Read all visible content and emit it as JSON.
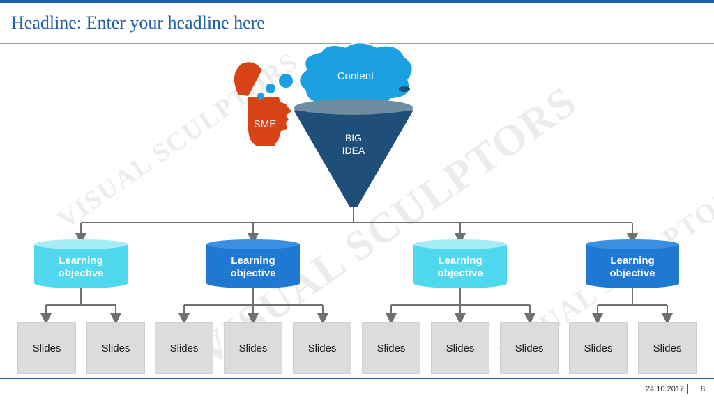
{
  "headline": "Headline: Enter your headline here",
  "diagram": {
    "content_label": "Content",
    "sme_label": "SME",
    "big_idea_line1": "BIG",
    "big_idea_line2": "IDEA",
    "objectives": [
      {
        "line1": "Learning",
        "line2": "objective",
        "color": "#4fd8ee"
      },
      {
        "line1": "Learning",
        "line2": "objective",
        "color": "#1f78d1"
      },
      {
        "line1": "Learning",
        "line2": "objective",
        "color": "#4fd8ee"
      },
      {
        "line1": "Learning",
        "line2": "objective",
        "color": "#1f78d1"
      }
    ],
    "slides": [
      "Slides",
      "Slides",
      "Slides",
      "Slides",
      "Slides",
      "Slides",
      "Slides",
      "Slides",
      "Slides",
      "Slides"
    ]
  },
  "watermark": "VISUAL SCULPTORS",
  "footer": {
    "date": "24.10.2017",
    "page": "8"
  },
  "colors": {
    "accent": "#1f5fa8",
    "cloud": "#1ba1e2",
    "funnel": "#1f4e79",
    "head": "#d84315",
    "slide": "#dcdcdc",
    "connector": "#707070"
  }
}
